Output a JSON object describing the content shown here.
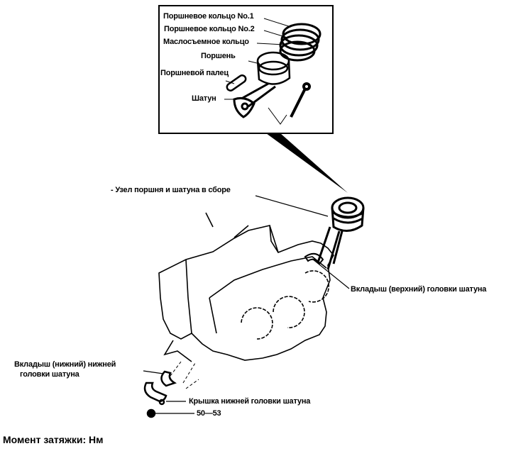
{
  "inset_labels": {
    "ring1": "Поршневое кольцо No.1",
    "ring2": "Поршневое кольцо No.2",
    "oil_ring": "Маслосъемное кольцо",
    "piston": "Поршень",
    "pin": "Поршневой палец",
    "rod": "Шатун"
  },
  "labels": {
    "assembly": "- Узел поршня и шатуна в сборе",
    "upper_bearing": "Вкладыш (верхний) головки шатуна",
    "lower_bearing_1": "Вкладыш (нижний) нижней",
    "lower_bearing_2": "головки шатуна",
    "cap": "Крышка нижней головки шатуна",
    "torque_value": "50—53"
  },
  "footer": {
    "torque_title": "Момент затяжки: Нм"
  }
}
